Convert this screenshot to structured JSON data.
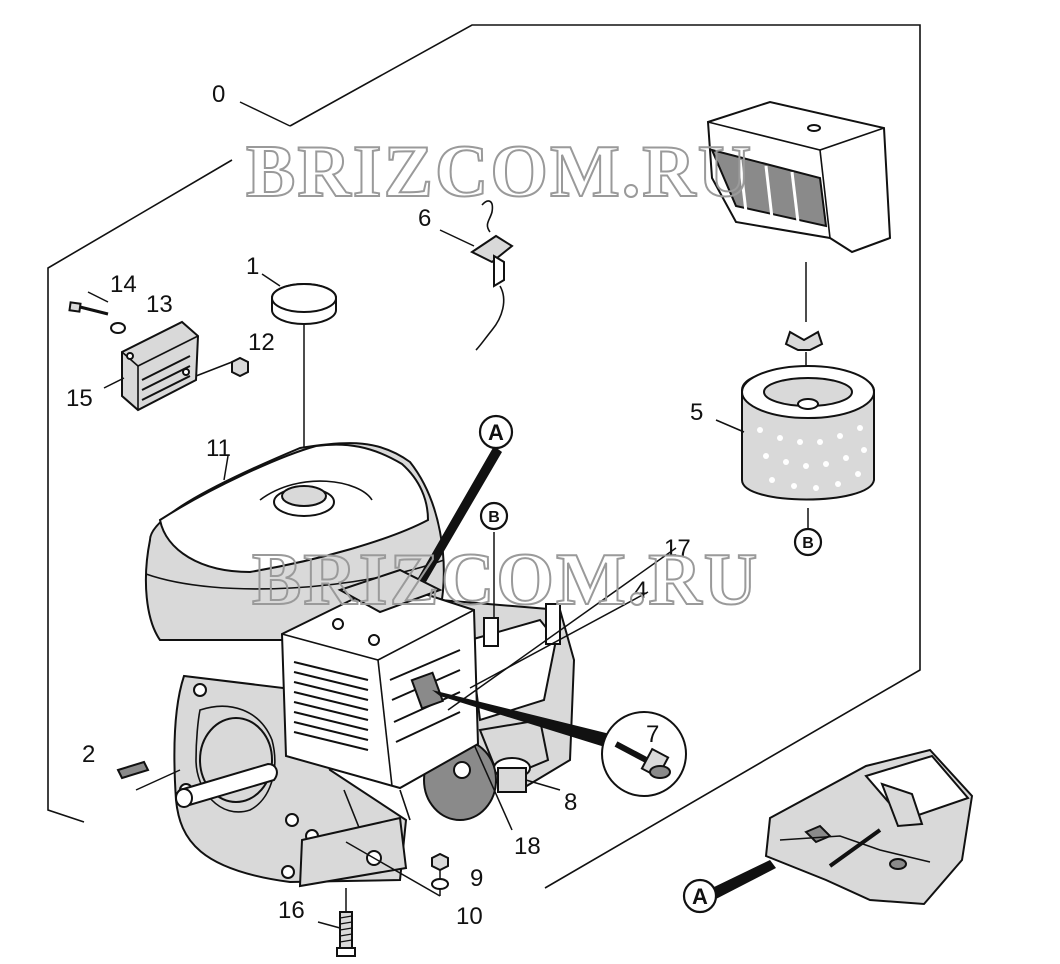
{
  "watermark": "BRIZCOM.RU",
  "callouts": {
    "a": "A",
    "b": "B"
  },
  "parts": {
    "p0": "0",
    "p1": "1",
    "p2": "2",
    "p4": "4",
    "p5": "5",
    "p6": "6",
    "p7": "7",
    "p8": "8",
    "p9": "9",
    "p10": "10",
    "p11": "11",
    "p12": "12",
    "p13": "13",
    "p14": "14",
    "p15": "15",
    "p16": "16",
    "p17": "17",
    "p18": "18"
  }
}
